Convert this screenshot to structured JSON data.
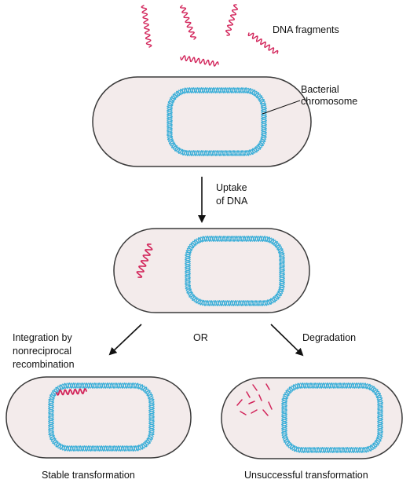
{
  "labels": {
    "dna_fragments": "DNA fragments",
    "bacterial_line1": "Bacterial",
    "bacterial_line2": "chromosome",
    "uptake_line1": "Uptake",
    "uptake_line2": "of DNA",
    "integration_line1": "Integration by",
    "integration_line2": "nonreciprocal",
    "integration_line3": "recombination",
    "or": "OR",
    "degradation": "Degradation",
    "stable": "Stable transformation",
    "unsuccessful": "Unsuccessful transformation"
  },
  "colors": {
    "chromosome": "#3aaed8",
    "dna_fragment": "#d2245a",
    "cell_fill": "#f3ebeb",
    "cell_outline": "#3a3a3a"
  }
}
